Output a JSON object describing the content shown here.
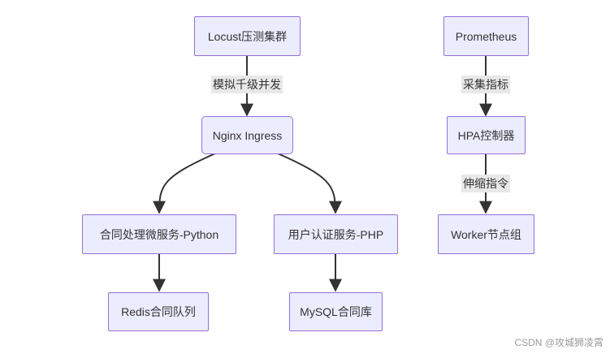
{
  "diagram": {
    "nodes": [
      {
        "id": "locust",
        "label": "Locust压测集群"
      },
      {
        "id": "nginx",
        "label": "Nginx Ingress"
      },
      {
        "id": "contract",
        "label": "合同处理微服务-Python"
      },
      {
        "id": "auth",
        "label": "用户认证服务-PHP"
      },
      {
        "id": "redis",
        "label": "Redis合同队列"
      },
      {
        "id": "mysql",
        "label": "MySQL合同库"
      },
      {
        "id": "prometheus",
        "label": "Prometheus"
      },
      {
        "id": "hpa",
        "label": "HPA控制器"
      },
      {
        "id": "worker",
        "label": "Worker节点组"
      }
    ],
    "edges": [
      {
        "from": "locust",
        "to": "nginx",
        "label": "模拟千级并发"
      },
      {
        "from": "nginx",
        "to": "contract",
        "label": ""
      },
      {
        "from": "nginx",
        "to": "auth",
        "label": ""
      },
      {
        "from": "contract",
        "to": "redis",
        "label": ""
      },
      {
        "from": "auth",
        "to": "mysql",
        "label": ""
      },
      {
        "from": "prometheus",
        "to": "hpa",
        "label": "采集指标"
      },
      {
        "from": "hpa",
        "to": "worker",
        "label": "伸缩指令"
      }
    ]
  },
  "watermark": "CSDN @攻城狮凌霄"
}
